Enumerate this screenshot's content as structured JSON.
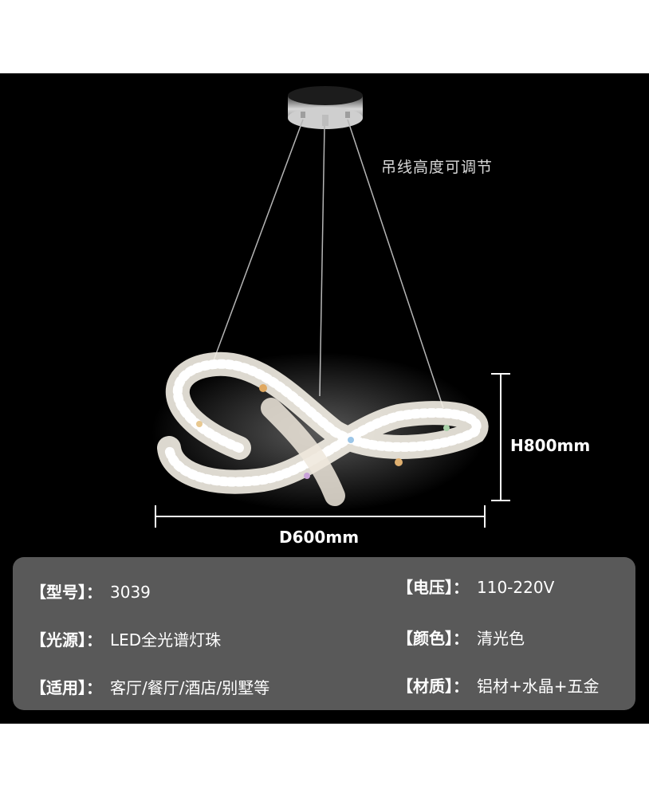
{
  "image": {
    "cable_note": "吊线高度可调节",
    "height_label": "H800mm",
    "diameter_label": "D600mm"
  },
  "specs": [
    {
      "label": "【型号】：",
      "value": "3039"
    },
    {
      "label": "【电压】：",
      "value": "110-220V"
    },
    {
      "label": "【光源】：",
      "value": "LED全光谱灯珠"
    },
    {
      "label": "【颜色】：",
      "value": "清光色"
    },
    {
      "label": "【适用】：",
      "value": "客厅/餐厅/酒店/别墅等"
    },
    {
      "label": "【材质】：",
      "value": "铝材+水晶+五金"
    }
  ],
  "colors": {
    "background": "#000000",
    "spec_panel": "#595959",
    "text": "#ffffff"
  }
}
